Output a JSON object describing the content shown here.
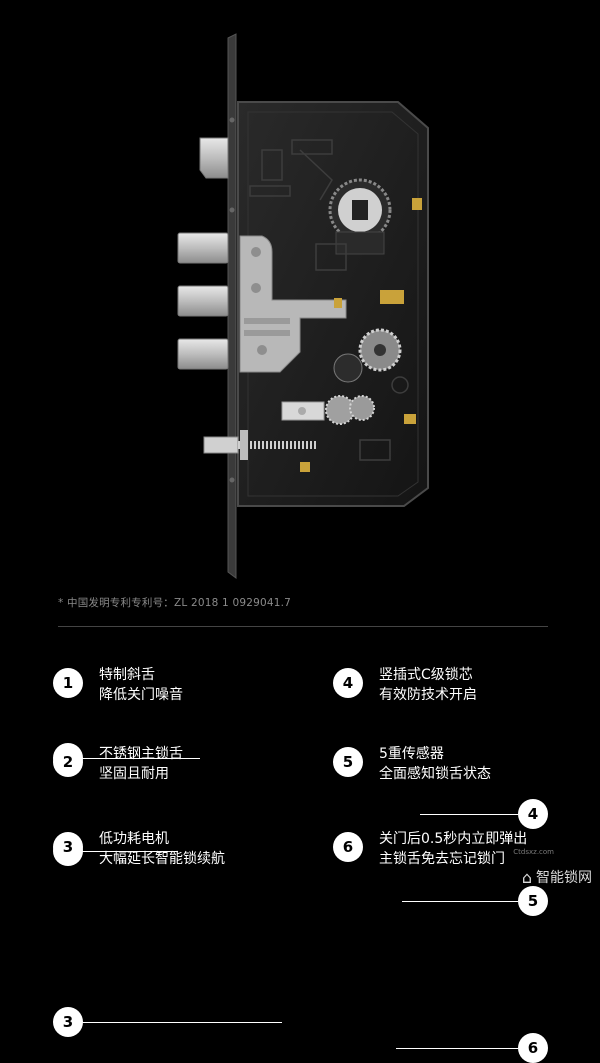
{
  "callouts": [
    {
      "num": "1"
    },
    {
      "num": "2"
    },
    {
      "num": "3"
    },
    {
      "num": "4"
    },
    {
      "num": "5"
    },
    {
      "num": "6"
    }
  ],
  "patent_note": "* 中国发明专利专利号：ZL 2018 1 0929041.7",
  "features": [
    {
      "num": "1",
      "line1": "特制斜舌",
      "line2": "降低关门噪音"
    },
    {
      "num": "4",
      "line1": "竖插式C级锁芯",
      "line2": "有效防技术开启"
    },
    {
      "num": "2",
      "line1": "不锈钢主锁舌",
      "line2": "坚固且耐用"
    },
    {
      "num": "5",
      "line1": "5重传感器",
      "line2": "全面感知锁舌状态"
    },
    {
      "num": "3",
      "line1": "低功耗电机",
      "line2": "大幅延长智能锁续航"
    },
    {
      "num": "6",
      "line1": "关门后0.5秒内立即弹出",
      "line2": "主锁舌免去忘记锁门"
    }
  ],
  "watermark": {
    "text": "智能锁网",
    "url": "Ctdsxz.com",
    "icon": "house-logo-icon"
  },
  "colors": {
    "background": "#000000",
    "lock_body": "#1a1a1a",
    "steel": "#c9c9c9",
    "sensor_gold": "#c9a23a"
  }
}
